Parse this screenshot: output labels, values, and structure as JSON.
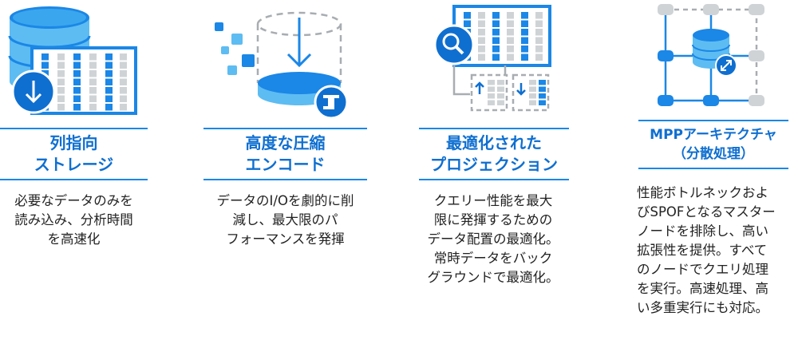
{
  "colors": {
    "accent": "#1b87e6",
    "title_text": "#0f6fd0",
    "icon_light": "#5dbcf2",
    "icon_gray": "#cfd3d6"
  },
  "features": [
    {
      "icon": "database-storage-icon",
      "title_lines": [
        "列指向",
        "ストレージ"
      ],
      "body_lines": [
        "必要なデータのみを",
        "読み込み、分析時間",
        "を高速化"
      ]
    },
    {
      "icon": "compression-encode-icon",
      "title_lines": [
        "高度な圧縮",
        "エンコード"
      ],
      "body_lines": [
        "データのI/Oを劇的に削",
        "減し、最大限のパ",
        "フォーマンスを発揮"
      ]
    },
    {
      "icon": "projection-search-icon",
      "title_lines": [
        "最適化された",
        "プロジェクション"
      ],
      "body_lines": [
        "クエリー性能を最大",
        "限に発揮するための",
        "データ配置の最適化。",
        "常時データをバック",
        "グラウンドで最適化。"
      ]
    },
    {
      "icon": "mpp-cluster-icon",
      "title_lines": [
        "MPPアーキテクチャ",
        "（分散処理）"
      ],
      "body_lines": [
        "性能ボトルネックおよ",
        "びSPOFとなるマスター",
        "ノードを排除し、高い",
        "拡張性を提供。すべて",
        "のノードでクエリ処理",
        "を実行。高速処理、高",
        "い多重実行にも対応。"
      ]
    }
  ]
}
